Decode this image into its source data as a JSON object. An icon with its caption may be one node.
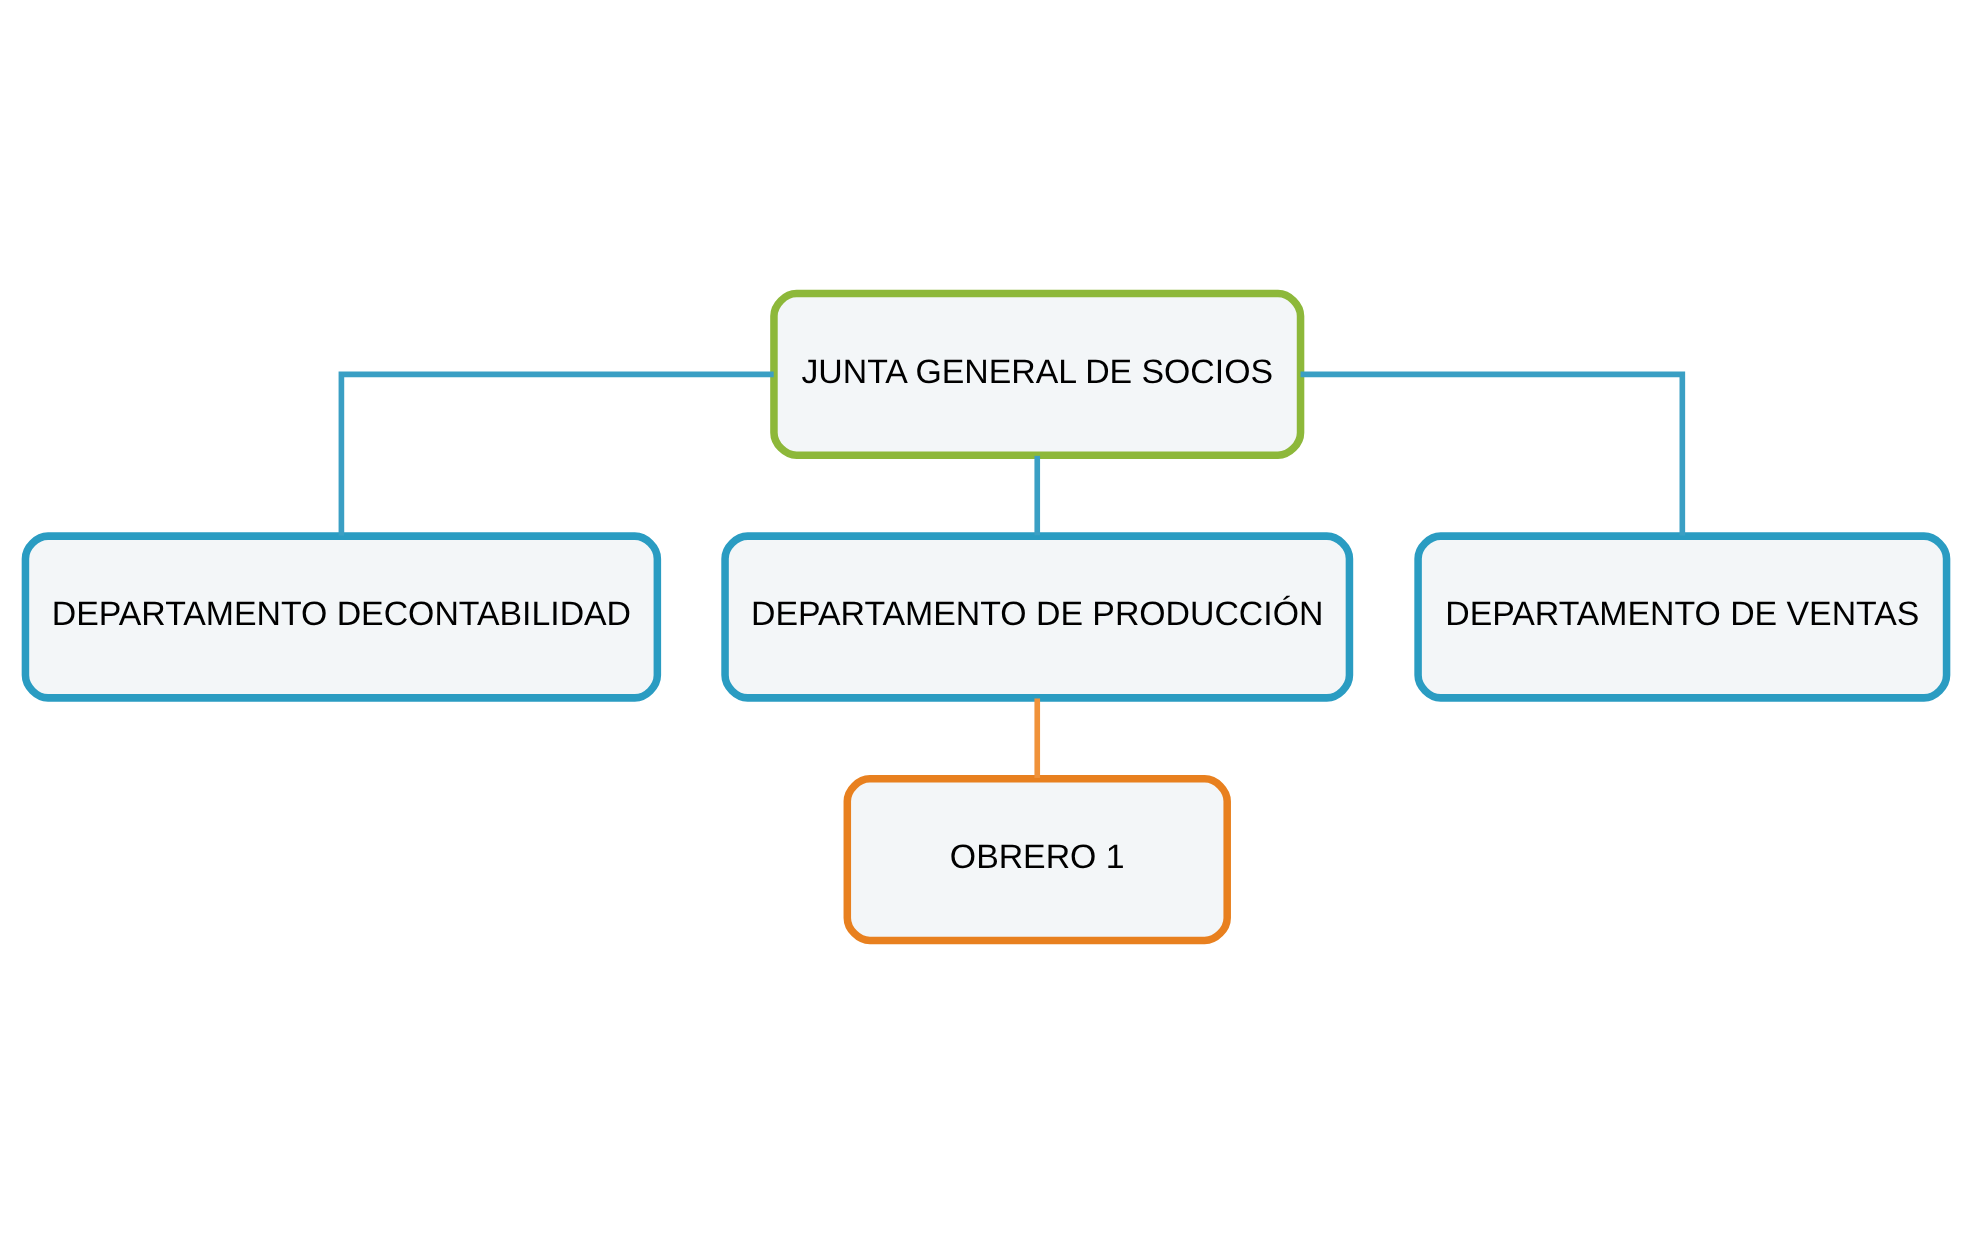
{
  "diagram": {
    "nodes": [
      {
        "text": [
          "JUNTA GENERAL DE SOCIOS"
        ]
      },
      {
        "text": [
          "DEPARTAMENTO DECONTABILIDAD"
        ]
      },
      {
        "text": [
          "DEPARTAMENTO DE PRODUCCIÓN"
        ]
      },
      {
        "text": [
          "DEPARTAMENTO DE VENTAS"
        ]
      },
      {
        "text": [
          "OBRERO 1"
        ]
      }
    ],
    "edges": [
      {
        "from": 0,
        "to": 1,
        "arrow": "none"
      },
      {
        "from": 0,
        "to": 2,
        "arrow": "none"
      },
      {
        "from": 0,
        "to": 3,
        "arrow": "none"
      },
      {
        "from": 2,
        "to": 4,
        "arrow": "none",
        "color": "#f0923a"
      }
    ]
  }
}
